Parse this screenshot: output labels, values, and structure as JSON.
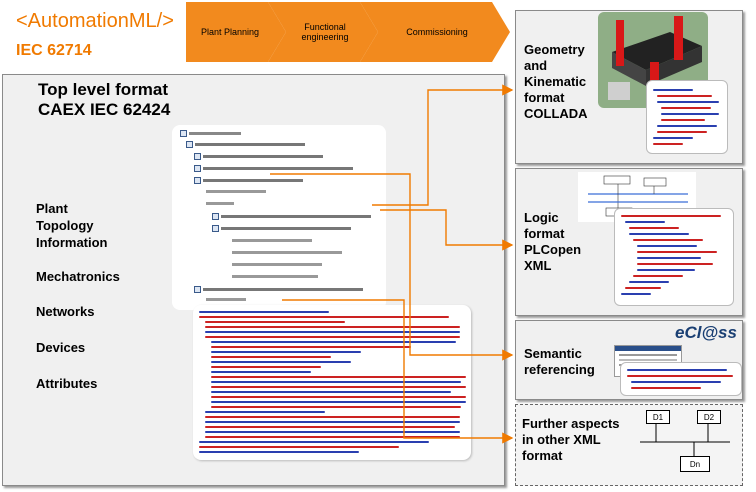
{
  "logo": "<AutomationML/>",
  "standard": "IEC 62714",
  "process_steps": [
    {
      "label": "Plant Planning"
    },
    {
      "label": "Functional engineering"
    },
    {
      "label": "Commissioning"
    }
  ],
  "main_panel": {
    "title_line1": "Top level format",
    "title_line2": "CAEX IEC 62424",
    "info_labels": [
      "Plant",
      "Topology",
      "Information",
      "Mechatronics",
      "Networks",
      "Devices",
      "Attributes"
    ]
  },
  "right_panels": [
    {
      "lines": [
        "Geometry",
        "and",
        "Kinematic",
        "format",
        "COLLADA"
      ]
    },
    {
      "lines": [
        "Logic",
        "format",
        "PLCopen",
        "XML"
      ]
    },
    {
      "lines": [
        "Semantic",
        "referencing"
      ]
    },
    {
      "lines": [
        "Further aspects",
        "in other XML",
        "format"
      ]
    }
  ],
  "eclass_logo": "eCl@ss",
  "device_nodes": [
    "D1",
    "D2",
    "Dn"
  ],
  "colors": {
    "accent": "#f07a00",
    "chevron": "#f28a1e",
    "panel_bg": "#f0f0f0",
    "xml_red": "#cc2222",
    "xml_blue": "#2a3fb0"
  }
}
